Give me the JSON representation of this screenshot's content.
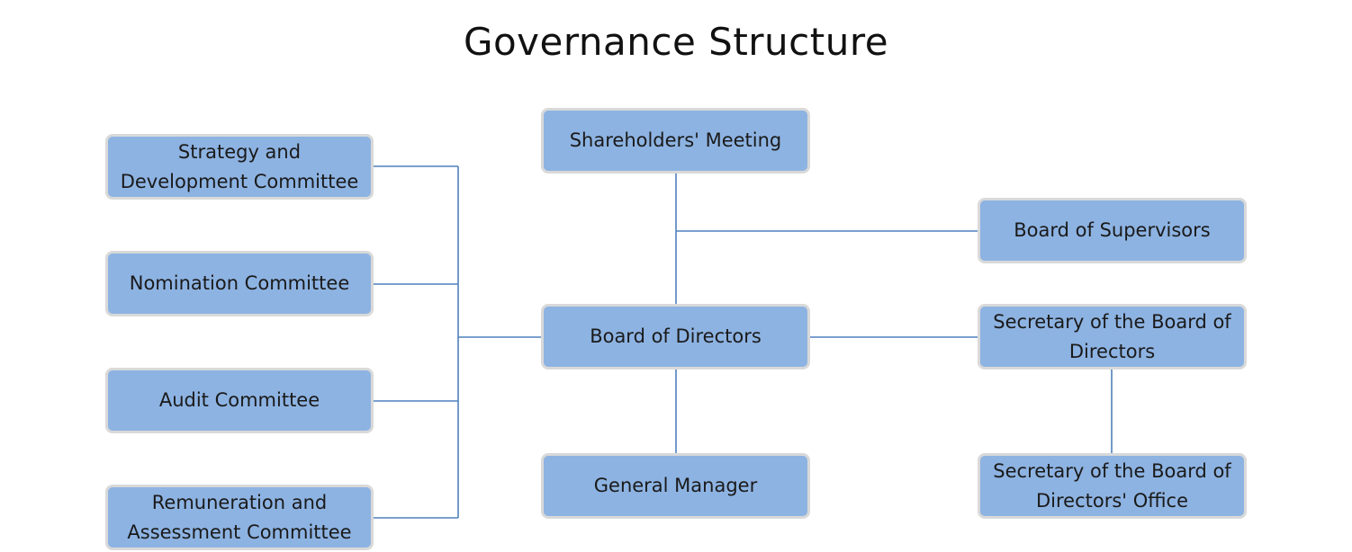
{
  "title": "Governance Structure",
  "nodes": {
    "strategy": "Strategy and Development Committee",
    "nomination": "Nomination Committee",
    "audit": "Audit Committee",
    "remuneration": "Remuneration and Assessment Committee",
    "shareholders": "Shareholders' Meeting",
    "board": "Board of Directors",
    "gm": "General Manager",
    "supervisors": "Board of Supervisors",
    "secretary": "Secretary of the Board of Directors",
    "secretary_office": "Secretary of the Board of Directors' Office"
  },
  "colors": {
    "box_fill": "#8db3e2",
    "box_border": "#d9d9d9",
    "connector": "#4f81bd"
  }
}
